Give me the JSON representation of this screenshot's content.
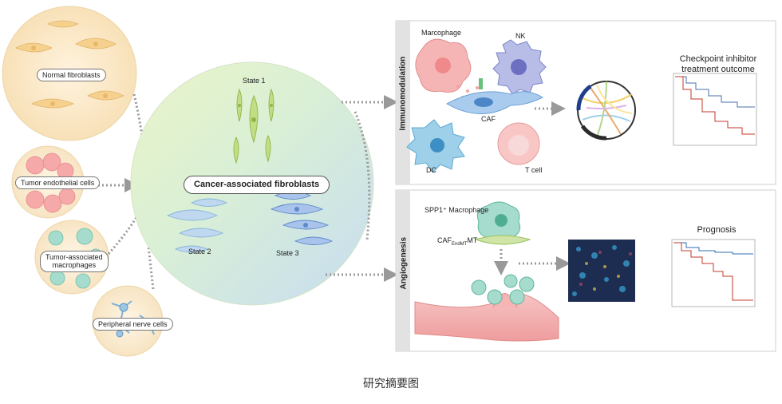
{
  "left_cells": {
    "normal": "Normal fibroblasts",
    "endothelial": "Tumor endothelial cells",
    "tam_line1": "Tumor-associated",
    "tam_line2": "macrophages",
    "nerve": "Peripheral nerve cells"
  },
  "center": {
    "title": "Cancer-associated fibroblasts",
    "state1": "State 1",
    "state2": "State 2",
    "state3": "State 3"
  },
  "immuno": {
    "side_label": "Immunomodulation",
    "macrophage": "Marcophage",
    "nk": "NK",
    "caf": "CAF",
    "dc": "DC",
    "tcell": "T cell",
    "chart_title_line1": "Checkpoint inhibitor",
    "chart_title_line2": "treatment outcome"
  },
  "angio": {
    "side_label": "Angiogenesis",
    "spp1_macrophage": "SPP1⁺ Macrophage",
    "caf_prefix": "CAF",
    "caf_sub": "EndMT",
    "caf_suffix": "MT",
    "chart_title": "Prognosis"
  },
  "caption": "研究摘要图",
  "colors": {
    "normal_bg": "#fbe8c8",
    "center_green": "#d8ecc4",
    "center_blue": "#c8dcef",
    "panel_bg": "#e8e8e8",
    "caf_blue": "#9cc4e8",
    "vessel": "#f4b4b4",
    "survival_red": "#c0392b",
    "survival_blue": "#2e6fb0"
  }
}
